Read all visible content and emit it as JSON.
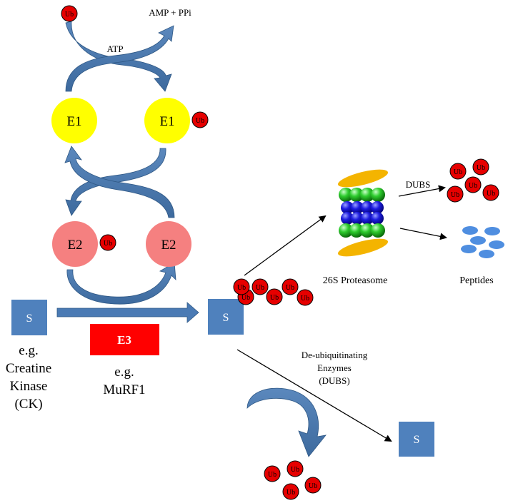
{
  "ub_label": "Ub",
  "atp_label": "ATP",
  "amp_ppi_label": "AMP + PPi",
  "e1_label": "E1",
  "e2_label": "E2",
  "e3_label": "E3",
  "substrate_label": "S",
  "substrate_example": [
    "e.g.",
    "Creatine",
    "Kinase",
    "(CK)"
  ],
  "e3_example": [
    "e.g.",
    "MuRF1"
  ],
  "proteasome_label": "26S Proteasome",
  "dubs_label": "DUBS",
  "peptides_label": "Peptides",
  "deubiquitinating_label": [
    "De-ubiquitinating",
    "Enzymes",
    "(DUBS)"
  ],
  "colors": {
    "e1": "#ffff00",
    "e2": "#f58080",
    "e3": "#ff0000",
    "ub": "#e60000",
    "substrate": "#4f81bd",
    "arrow": "#4a76a8",
    "peptide": "#4f8ee0",
    "proteasome_cap": "#f4b400",
    "proteasome_outer": "#22c222",
    "proteasome_inner": "#1a1ad6"
  }
}
